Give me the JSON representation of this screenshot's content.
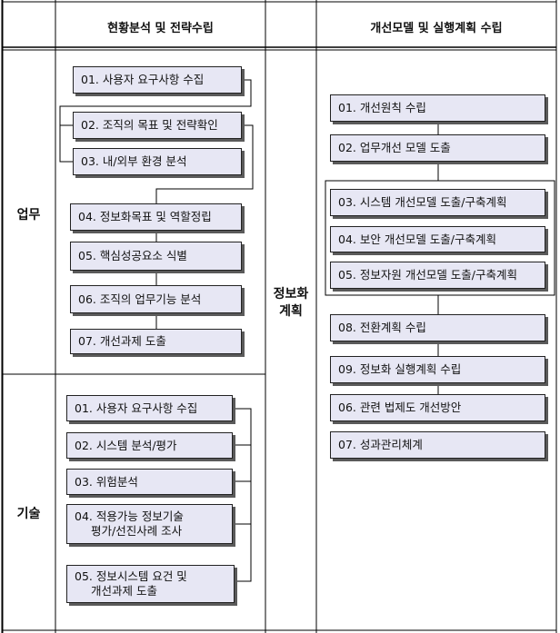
{
  "header": {
    "col_left": "현황분석 및 전략수립",
    "col_right": "개선모델 및 실행계획 수립"
  },
  "rows": {
    "business": "업무",
    "technology": "기술"
  },
  "center": {
    "line1": "정보화",
    "line2": "계획"
  },
  "business_steps": [
    "01. 사용자 요구사항 수집",
    "02. 조직의 목표 및 전략확인",
    "03. 내/외부 환경 분석",
    "04. 정보화목표 및 역할정립",
    "05. 핵심성공요소 식별",
    "06. 조직의 업무기능 분석",
    "07. 개선과제 도출"
  ],
  "tech_steps": [
    "01. 사용자 요구사항 수집",
    "02. 시스템 분석/평가",
    "03. 위험분석"
  ],
  "tech_step4": {
    "line1": "04. 적용가능 정보기술",
    "line2": "평가/선진사례 조사"
  },
  "tech_step5": {
    "line1": "05. 정보시스템 요건 및",
    "line2": "개선과제 도출"
  },
  "plan_steps": [
    "01. 개선원칙 수립",
    "02. 업무개선 모델 도출",
    "03. 시스템 개선모델 도출/구축계획",
    "04. 보안 개선모델 도출/구축계획",
    "05. 정보자원 개선모델 도출/구축계획",
    "08. 전환계획 수립",
    "09. 정보화 실행계획 수립",
    "06. 관련 법제도 개선방안",
    "07. 성과관리체계"
  ]
}
